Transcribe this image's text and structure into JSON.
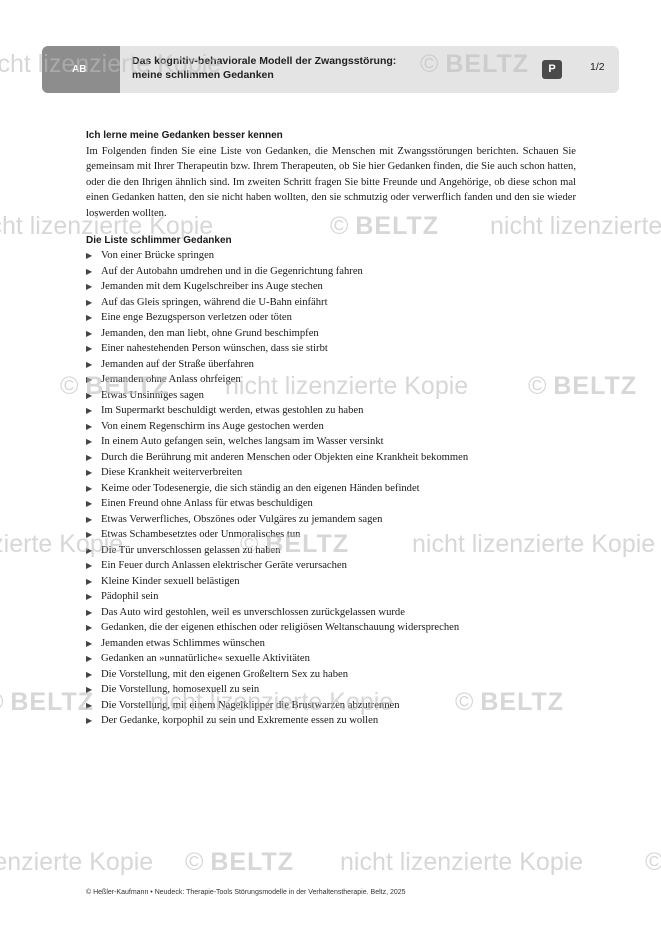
{
  "header": {
    "tab_label": "AB",
    "title_line1": "Das kognitiv-behaviorale Modell der Zwangsstörung:",
    "title_line2": "meine schlimmen Gedanken",
    "badge": "P",
    "page": "1/2"
  },
  "section": {
    "heading": "Ich lerne meine Gedanken besser kennen",
    "intro": "Im Folgenden finden Sie eine Liste von Gedanken, die Menschen mit Zwangsstörungen berichten. Schauen Sie gemeinsam mit Ihrer Therapeutin bzw. Ihrem Therapeuten, ob Sie hier Gedanken finden, die Sie auch schon hatten, oder die den Ihrigen ähnlich sind. Im zweiten Schritt fragen Sie bitte Freunde und Angehörige, ob diese schon mal einen Gedanken hatten, den sie nicht haben wollten, den sie schmutzig oder verwerflich fanden und den sie wieder loswerden wollten."
  },
  "list": {
    "heading": "Die Liste schlimmer Gedanken",
    "bullet_glyph": "▶",
    "items": [
      "Von einer Brücke springen",
      "Auf der Autobahn umdrehen und in die Gegenrichtung fahren",
      "Jemanden mit dem Kugelschreiber ins Auge stechen",
      "Auf das Gleis springen, während die U-Bahn einfährt",
      "Eine enge Bezugsperson verletzen oder töten",
      "Jemanden, den man liebt, ohne Grund beschimpfen",
      "Einer nahestehenden Person wünschen, dass sie stirbt",
      "Jemanden auf der Straße überfahren",
      "Jemanden ohne Anlass ohrfeigen",
      "Etwas Unsinniges sagen",
      "Im Supermarkt beschuldigt werden, etwas gestohlen zu haben",
      "Von einem Regenschirm ins Auge gestochen werden",
      "In einem Auto gefangen sein, welches langsam im Wasser versinkt",
      "Durch die Berührung mit anderen Menschen oder Objekten eine Krankheit bekommen",
      "Diese Krankheit weiterverbreiten",
      "Keime oder Todesenergie, die sich ständig an den eigenen Händen befindet",
      "Einen Freund ohne Anlass für etwas beschuldigen",
      "Etwas Verwerfliches, Obszönes oder Vulgäres zu jemandem sagen",
      "Etwas Schambesetztes oder Unmoralisches tun",
      "Die Tür unverschlossen gelassen zu haben",
      "Ein Feuer durch Anlassen elektrischer Geräte verursachen",
      "Kleine Kinder sexuell belästigen",
      "Pädophil sein",
      "Das Auto wird gestohlen, weil es unverschlossen zurückgelassen wurde",
      "Gedanken, die der eigenen ethischen oder religiösen Weltanschauung widersprechen",
      "Jemanden etwas Schlimmes wünschen",
      "Gedanken an »unnatürliche« sexuelle Aktivitäten",
      "Die Vorstellung, mit den eigenen Großeltern Sex zu haben",
      "Die Vorstellung, homosexuell zu sein",
      "Die Vorstellung, mit einem Nagelklipper die Brustwarzen abzutrennen",
      "Der Gedanke, korpophil zu sein und Exkremente essen zu wollen"
    ]
  },
  "footer": "© Heßler-Kaufmann • Neudeck: Therapie-Tools Störungsmodelle in der Verhaltenstherapie. Beltz, 2025",
  "watermark": {
    "text_a": "nicht lizenzierte Kopie",
    "copyright": "©",
    "brand": "BELTZ"
  }
}
